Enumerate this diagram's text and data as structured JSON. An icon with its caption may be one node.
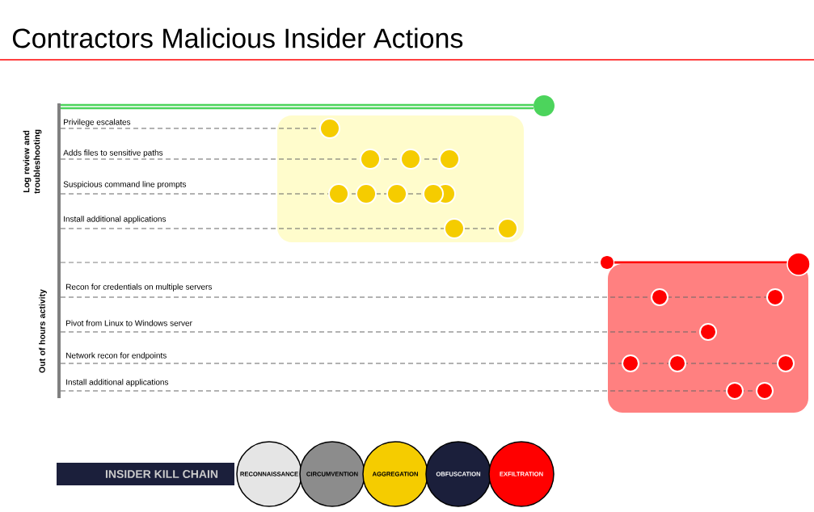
{
  "diagram": {
    "title": "Contractors Malicious Insider Actions",
    "nodes": [
      {
        "text": [
          "INSIDER KILL CHAIN"
        ]
      },
      {
        "text": [
          "RECONNAISSANCE"
        ]
      },
      {
        "text": [
          "CIRCUMVENTION"
        ]
      },
      {
        "text": [
          "AGGREGATION"
        ]
      },
      {
        "text": [
          "OBFUSCATION"
        ]
      },
      {
        "text": [
          "EXFILTRATION"
        ]
      }
    ],
    "labels": [
      "Log review and troubleshooting",
      "Privilege escalates",
      "Adds files to sensitive paths",
      "Suspicious command line prompts",
      "Install additional applications",
      "Out of hours activity",
      "Recon for credentials on multiple servers",
      "Pivot from Linux to Windows server",
      "Network recon for endpoints",
      "Install additional applications"
    ]
  }
}
